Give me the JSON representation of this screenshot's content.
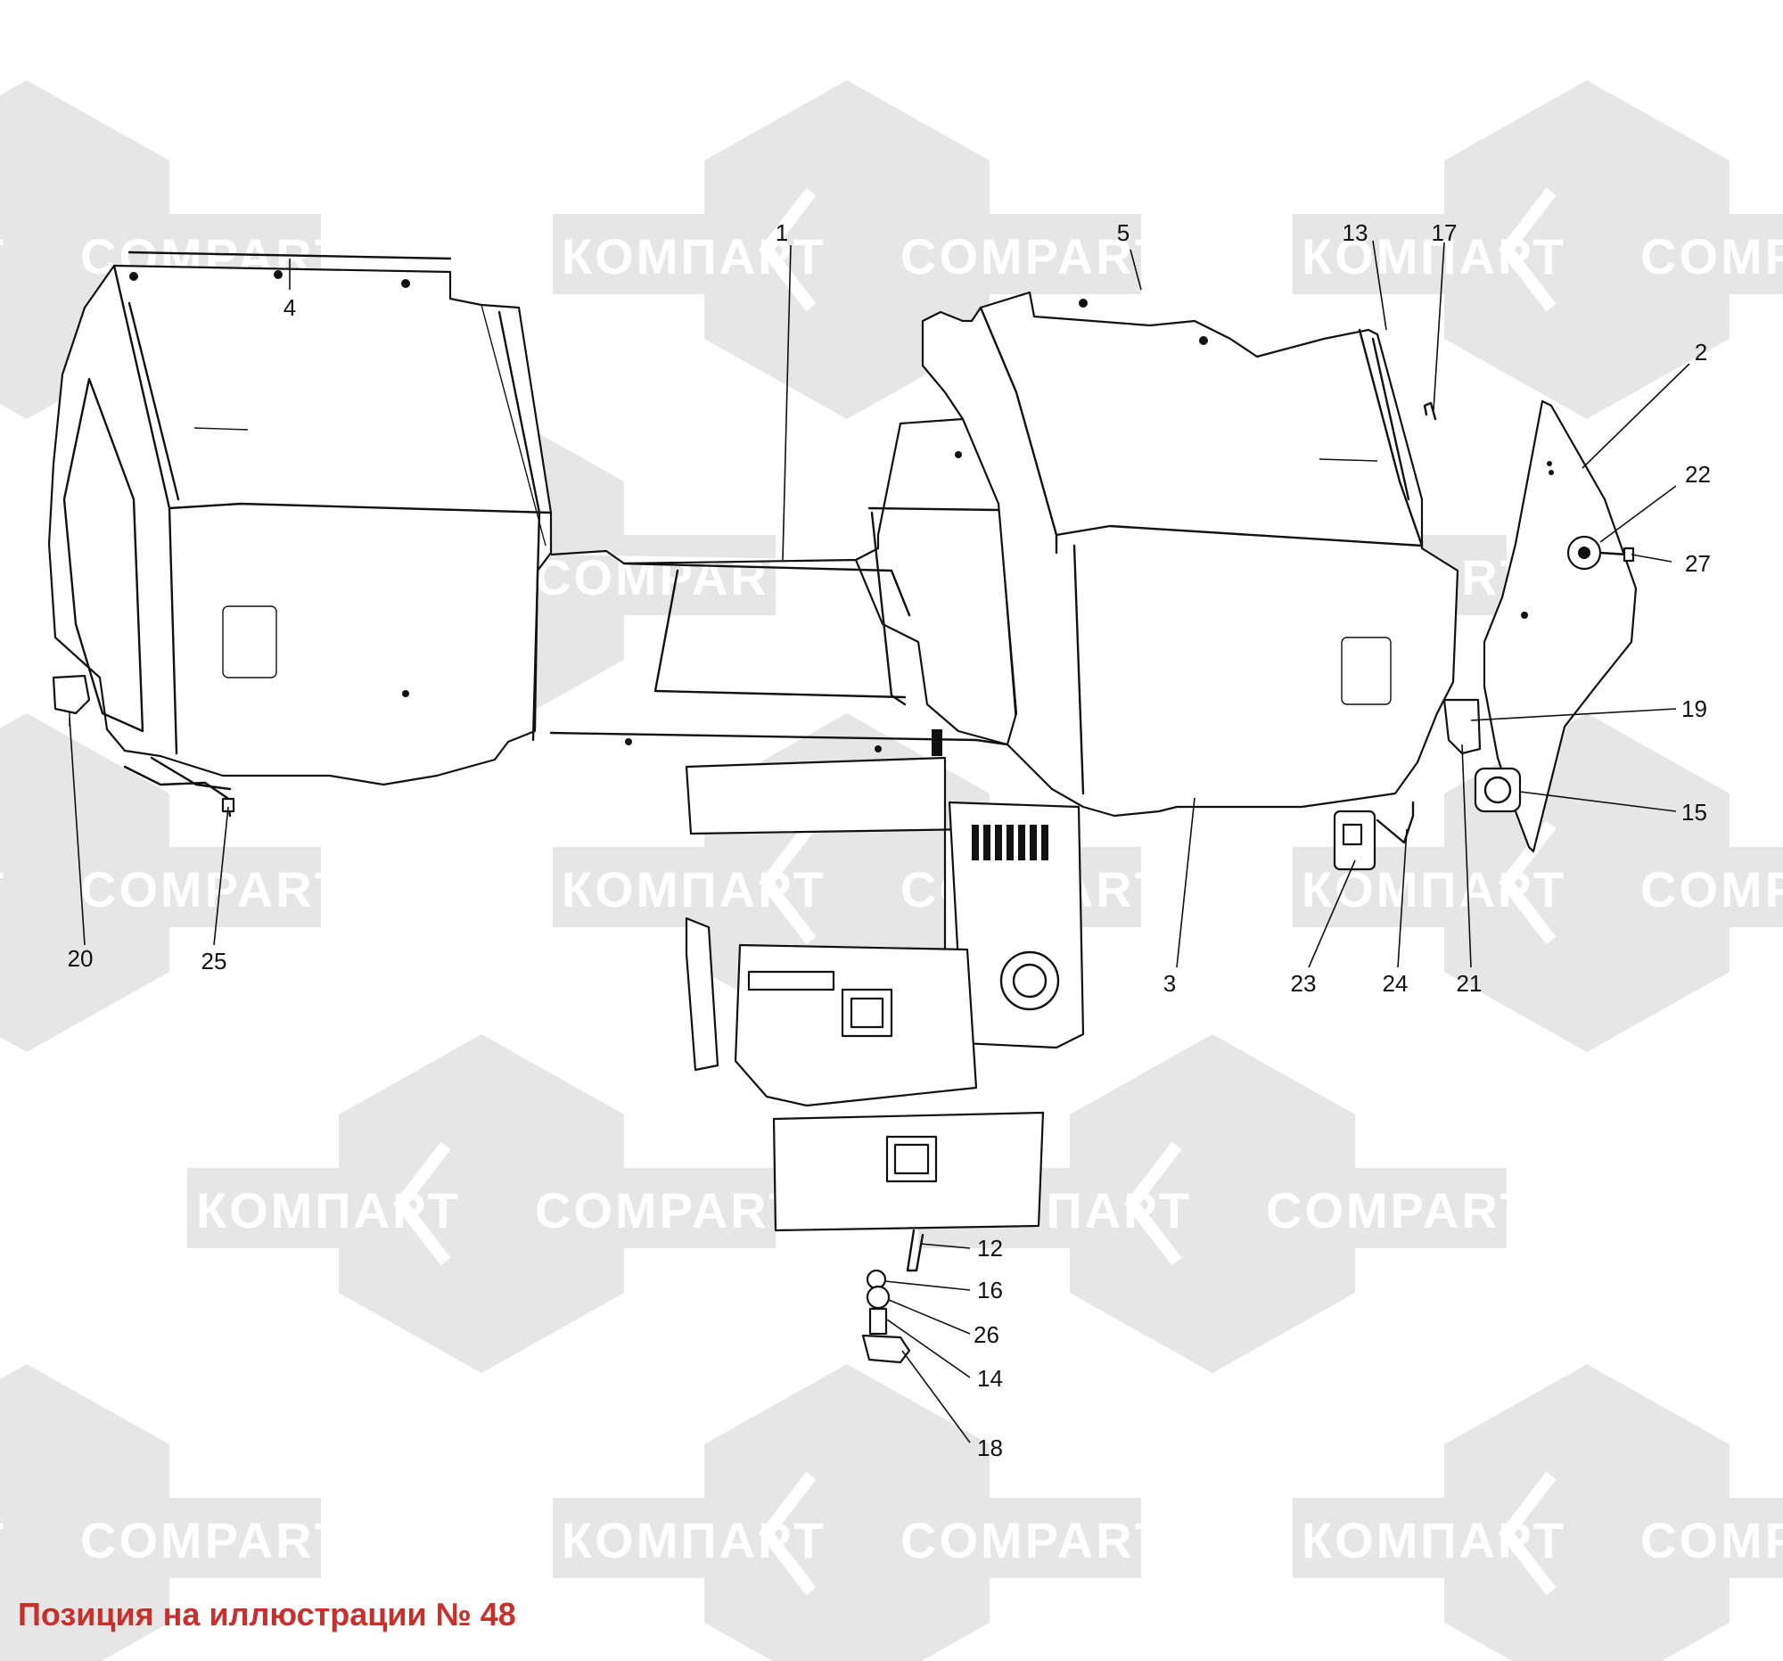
{
  "caption": "Позиция на иллюстрации № 48",
  "watermark": {
    "cyrillic": "КОМПАРТ",
    "latin": "COMPART",
    "color": "#e6e6e6"
  },
  "callouts": [
    {
      "id": "callout-1",
      "label": "1"
    },
    {
      "id": "callout-2",
      "label": "2"
    },
    {
      "id": "callout-3",
      "label": "3"
    },
    {
      "id": "callout-4",
      "label": "4"
    },
    {
      "id": "callout-5",
      "label": "5"
    },
    {
      "id": "callout-12",
      "label": "12"
    },
    {
      "id": "callout-13",
      "label": "13"
    },
    {
      "id": "callout-14",
      "label": "14"
    },
    {
      "id": "callout-15",
      "label": "15"
    },
    {
      "id": "callout-16",
      "label": "16"
    },
    {
      "id": "callout-17",
      "label": "17"
    },
    {
      "id": "callout-18",
      "label": "18"
    },
    {
      "id": "callout-19",
      "label": "19"
    },
    {
      "id": "callout-20",
      "label": "20"
    },
    {
      "id": "callout-21",
      "label": "21"
    },
    {
      "id": "callout-22",
      "label": "22"
    },
    {
      "id": "callout-23",
      "label": "23"
    },
    {
      "id": "callout-24",
      "label": "24"
    },
    {
      "id": "callout-25",
      "label": "25"
    },
    {
      "id": "callout-26",
      "label": "26"
    },
    {
      "id": "callout-27",
      "label": "27"
    }
  ]
}
